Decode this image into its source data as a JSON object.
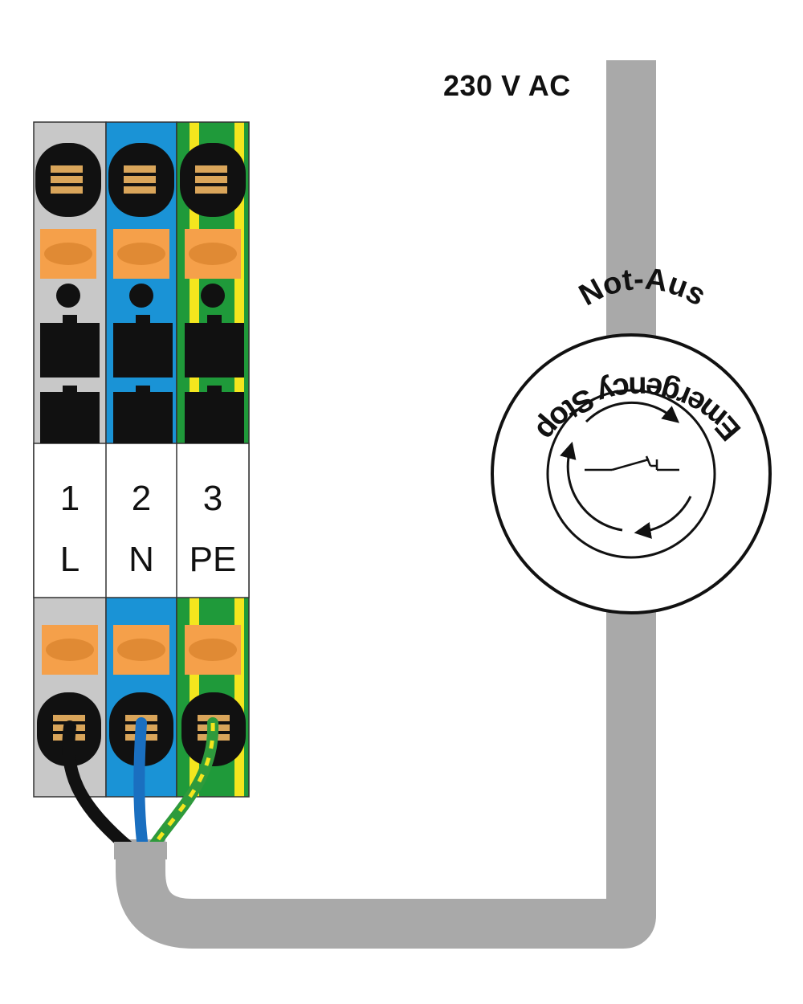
{
  "supply_label": "230 V AC",
  "terminals": [
    {
      "number": "1",
      "conductor": "L",
      "housing_color": "#c8c8c8",
      "wire_color": "#111111"
    },
    {
      "number": "2",
      "conductor": "N",
      "housing_color": "#1a93d6",
      "wire_color": "#1a6fc0"
    },
    {
      "number": "3",
      "conductor": "PE",
      "housing_color": "#1f9a3a",
      "stripe_color": "#f4e61e",
      "wire_color": "#2e9a3c"
    }
  ],
  "button": {
    "top_text": "Not-Aus",
    "bottom_text": "Emergency Stop"
  },
  "colors": {
    "cable": "#a9a9a9",
    "lever": "#f5a04a",
    "contact": "#d9a55a",
    "dark": "#111111"
  }
}
